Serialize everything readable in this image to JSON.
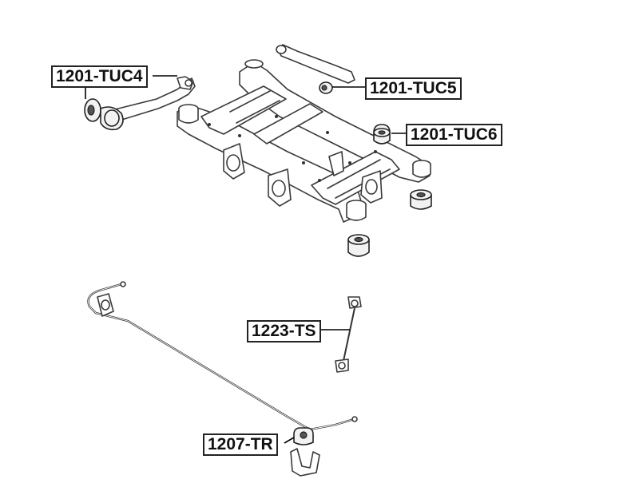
{
  "parts": {
    "tuc4": {
      "label": "1201-TUC4"
    },
    "tuc5": {
      "label": "1201-TUC5"
    },
    "tuc6": {
      "label": "1201-TUC6"
    },
    "ts": {
      "label": "1223-TS"
    },
    "tr": {
      "label": "1207-TR"
    }
  },
  "colors": {
    "line": "#3a3a3a",
    "label_border": "#222222",
    "background": "#ffffff"
  }
}
